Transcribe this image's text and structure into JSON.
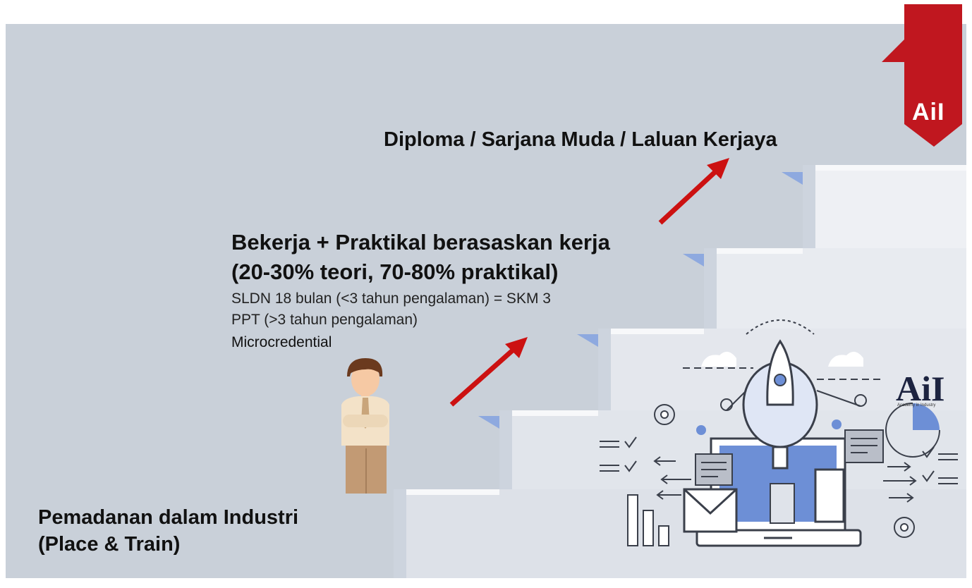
{
  "slide": {
    "top_goal": "Diploma / Sarjana Muda / Laluan Kerjaya",
    "middle": {
      "heading_line1": "Bekerja + Praktikal berasaskan kerja",
      "heading_line2": "(20-30% teori, 70-80% praktikal)",
      "detail_1": "SLDN 18 bulan (<3 tahun pengalaman) = SKM 3",
      "detail_2": "PPT (>3 tahun pengalaman)",
      "detail_3": "Microcredential"
    },
    "bottom": {
      "line1": "Pemadanan dalam Industri",
      "line2": "(Place & Train)"
    }
  },
  "brand": {
    "ribbon_label": "AiI",
    "logo_text": "AiI",
    "logo_subtext": "Academy in Industry"
  },
  "icons": [
    "person-illustration",
    "rocket-icon",
    "laptop-icon",
    "envelope-icon",
    "gear-icon",
    "cloud-icon",
    "document-icon",
    "bar-chart-icon",
    "pie-chart-icon",
    "checklist-icon",
    "arrow-icon"
  ],
  "colors": {
    "slide_bg": "#c9d0d9",
    "stair_fill": "#e6e9ef",
    "accent_red": "#c41e24",
    "arrow_red": "#cc1111",
    "illustration_blue": "#6d8fd6"
  }
}
